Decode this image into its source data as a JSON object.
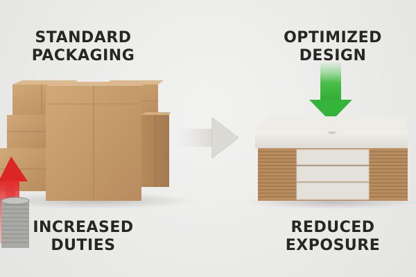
{
  "labels": {
    "standard": [
      "STANDARD",
      "PACKAGING"
    ],
    "optimized": [
      "OPTIMIZED",
      "DESIGN"
    ],
    "duties": [
      "INCREASED",
      "DUTIES"
    ],
    "exposure": [
      "REDUCED",
      "EXPOSURE"
    ]
  },
  "icons": {
    "left_arrow": "red-up-arrow-icon",
    "top_arrow": "green-down-arrow-icon",
    "center_arrow": "transition-arrow-icon"
  },
  "colors": {
    "background": "#ebebea",
    "text": "#262626",
    "cardboard": "#c49a6c",
    "white_box": "#e8e6e1",
    "red_arrow": "#d92b2b",
    "green_arrow": "#35b33a"
  }
}
